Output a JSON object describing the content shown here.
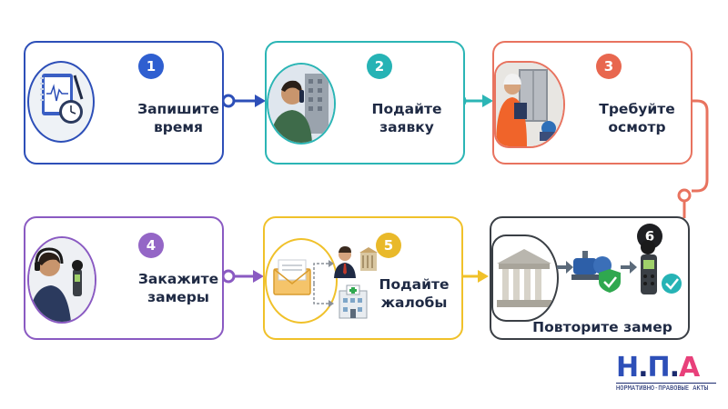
{
  "steps": [
    {
      "num": "1",
      "label_line1": "Запишите",
      "label_line2": "время",
      "color": "#2d4fb8",
      "badge_color": "#2f5fd0"
    },
    {
      "num": "2",
      "label_line1": "Подайте",
      "label_line2": "заявку",
      "color": "#2bb5b5",
      "badge_color": "#26b3b5"
    },
    {
      "num": "3",
      "label_line1": "Требуйте",
      "label_line2": "осмотр",
      "color": "#e8735f",
      "badge_color": "#e8674f"
    },
    {
      "num": "4",
      "label_line1": "Закажите",
      "label_line2": "замеры",
      "color": "#8a5ac2",
      "badge_color": "#9466c6"
    },
    {
      "num": "5",
      "label_line1": "Подайте",
      "label_line2": "жалобы",
      "color": "#f0c12a",
      "badge_color": "#e9b92a"
    },
    {
      "num": "6",
      "label": "Повторите замер",
      "color": "#3a3f45",
      "badge_color": "#1e1f22"
    }
  ],
  "logo": {
    "letters": [
      "Н",
      ".",
      "П",
      ".",
      "А"
    ],
    "letter_colors": [
      "#2d4fb8",
      "#1a2a6e",
      "#2d4fb8",
      "#1a2a6e",
      "#e8407a"
    ],
    "subtitle": "НОРМАТИВНО-ПРАВОВЫЕ АКТЫ"
  },
  "icons": {
    "step1": "notepad-clock-icon",
    "step2": "person-phone-icon",
    "step3": "inspector-elevator-icon",
    "step4": "person-sound-meter-icon",
    "step5": [
      "envelope-icon",
      "official-icon",
      "hospital-icon"
    ],
    "step6": [
      "courthouse-icon",
      "pump-shield-icon",
      "sound-meter-check-icon"
    ]
  }
}
